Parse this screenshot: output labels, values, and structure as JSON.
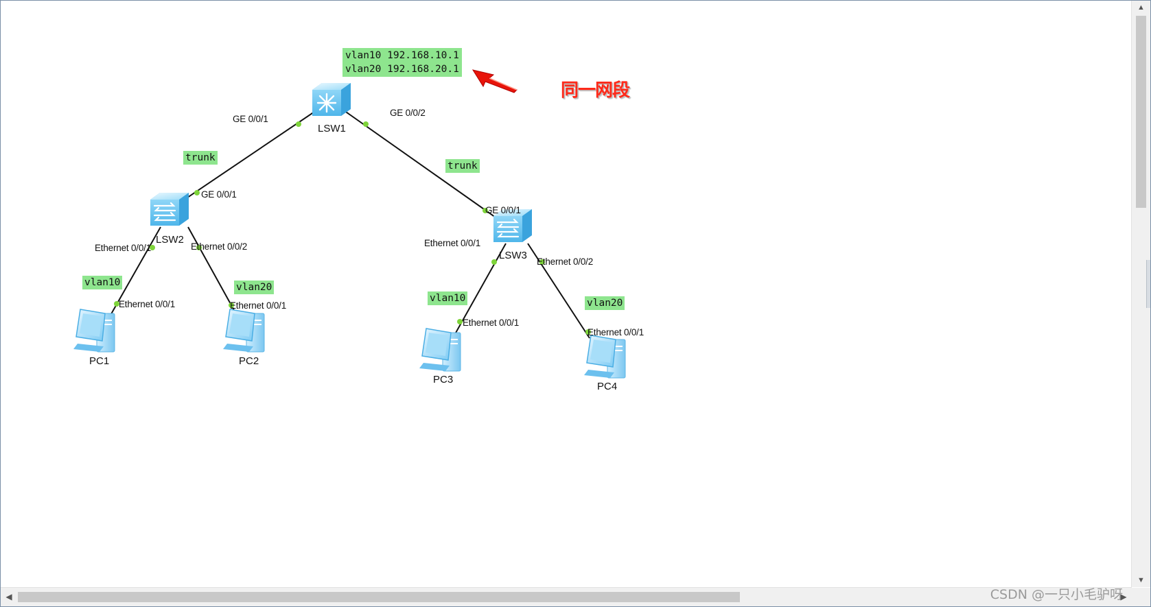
{
  "devices": {
    "lsw1": "LSW1",
    "lsw2": "LSW2",
    "lsw3": "LSW3",
    "pc1": "PC1",
    "pc2": "PC2",
    "pc3": "PC3",
    "pc4": "PC4"
  },
  "ports": {
    "lsw1_to_lsw2": "GE 0/0/1",
    "lsw1_to_lsw3": "GE 0/0/2",
    "lsw2_up": "GE 0/0/1",
    "lsw2_p1": "Ethernet 0/0/1",
    "lsw2_p2": "Ethernet 0/0/2",
    "lsw3_up": "GE 0/0/1",
    "lsw3_p1": "Ethernet 0/0/1",
    "lsw3_p2": "Ethernet 0/0/2",
    "pc1_port": "Ethernet 0/0/1",
    "pc2_port": "Ethernet 0/0/1",
    "pc3_port": "Ethernet 0/0/1",
    "pc4_port": "Ethernet 0/0/1"
  },
  "tags": {
    "svi_line1": "vlan10 192.168.10.1",
    "svi_line2": "vlan20 192.168.20.1",
    "trunk_left": "trunk",
    "trunk_right": "trunk",
    "pc1_vlan": "vlan10",
    "pc2_vlan": "vlan20",
    "pc3_vlan": "vlan10",
    "pc4_vlan": "vlan20"
  },
  "annotation": "同一网段",
  "watermark": "CSDN @一只小毛驴呀",
  "colors": {
    "tag_bg": "#8ee58e",
    "link_dot": "#7ed43a",
    "annotation": "#ff2a1a",
    "device_blue": "#6fc6f2"
  },
  "icons": {
    "core_switch": "layer3-switch-icon",
    "access_switch": "layer2-switch-icon",
    "pc": "pc-icon",
    "arrow": "red-arrow-icon"
  }
}
